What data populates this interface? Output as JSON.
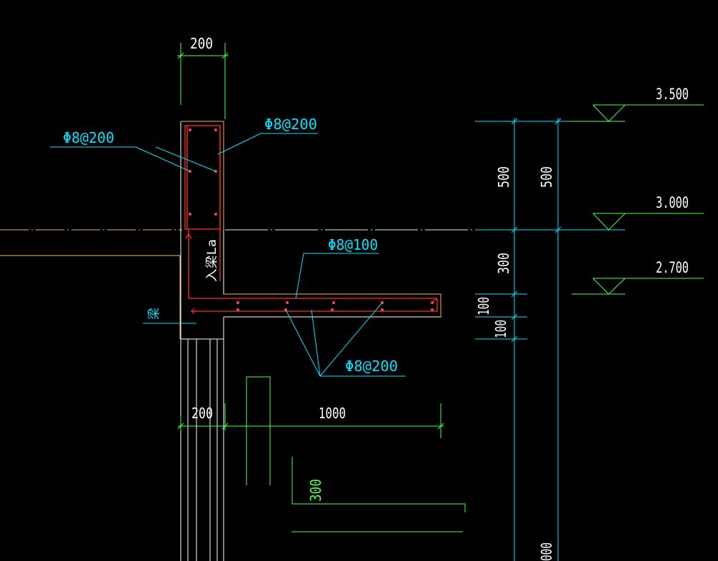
{
  "colors": {
    "background": "#000000",
    "concrete_outline": "#ffb347",
    "rebar": "#ff2a2a",
    "dimension": "#4dff4d",
    "leader": "#00e5ff",
    "text": "#00e5ff",
    "white": "#ffffff"
  },
  "dimensions": {
    "wall_width_top": "200",
    "wall_width_bottom": "200",
    "cantilever_length": "1000",
    "height_500_a": "500",
    "height_500_b": "500",
    "height_300_a": "300",
    "height_100_a": "100",
    "height_100_b": "100",
    "height_300_b": "300",
    "bottom_partial": "000"
  },
  "rebar_labels": {
    "wall_left": "Φ8@200",
    "wall_right": "Φ8@200",
    "slab_top": "Φ8@100",
    "slab_bottom": "Φ8@200"
  },
  "annotations": {
    "anchor_text": "入梁La",
    "beam_text": "梁"
  },
  "elevations": {
    "top": "3.500",
    "middle": "3.000",
    "bottom": "2.700"
  }
}
